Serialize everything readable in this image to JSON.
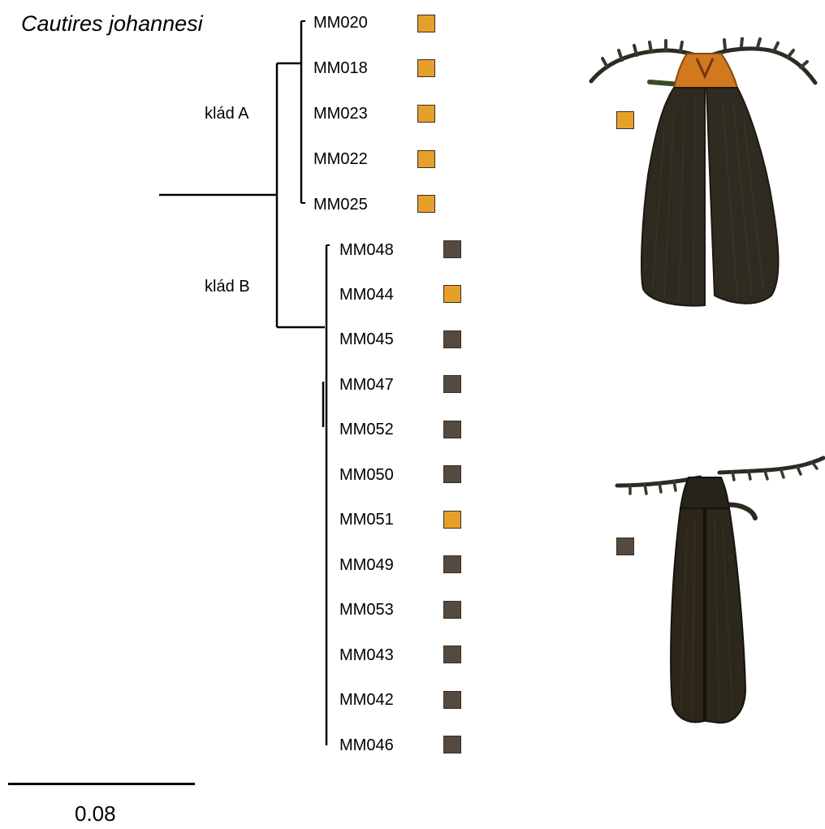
{
  "title": "Cautires johannesi",
  "clades": {
    "a": "klád A",
    "b": "klád B"
  },
  "colors": {
    "orange": "#e6a02a",
    "dark": "#554a3f",
    "branch": "#000000"
  },
  "leaves_a": [
    {
      "label": "MM020",
      "color": "orange"
    },
    {
      "label": "MM018",
      "color": "orange"
    },
    {
      "label": "MM023",
      "color": "orange"
    },
    {
      "label": "MM022",
      "color": "orange"
    },
    {
      "label": "MM025",
      "color": "orange"
    }
  ],
  "leaves_b": [
    {
      "label": "MM048",
      "color": "dark"
    },
    {
      "label": "MM044",
      "color": "orange"
    },
    {
      "label": "MM045",
      "color": "dark"
    },
    {
      "label": "MM047",
      "color": "dark"
    },
    {
      "label": "MM052",
      "color": "dark"
    },
    {
      "label": "MM050",
      "color": "dark"
    },
    {
      "label": "MM051",
      "color": "orange"
    },
    {
      "label": "MM049",
      "color": "dark"
    },
    {
      "label": "MM053",
      "color": "dark"
    },
    {
      "label": "MM043",
      "color": "dark"
    },
    {
      "label": "MM042",
      "color": "dark"
    },
    {
      "label": "MM046",
      "color": "dark"
    }
  ],
  "scale_bar": {
    "value": "0.08"
  },
  "morphs": [
    {
      "name": "orange-pronotum-morph",
      "color": "orange"
    },
    {
      "name": "dark-morph",
      "color": "dark"
    }
  ]
}
